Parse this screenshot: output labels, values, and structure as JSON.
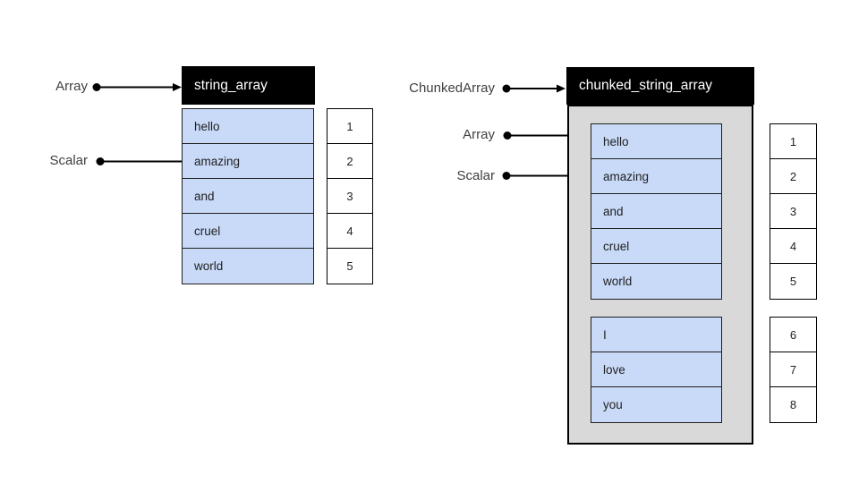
{
  "left_diagram": {
    "array_label": "Array",
    "scalar_label": "Scalar",
    "header": "string_array",
    "cells": [
      "hello",
      "amazing",
      "and",
      "cruel",
      "world"
    ],
    "indices": [
      "1",
      "2",
      "3",
      "4",
      "5"
    ]
  },
  "right_diagram": {
    "chunkedarray_label": "ChunkedArray",
    "array_label": "Array",
    "scalar_label": "Scalar",
    "header": "chunked_string_array",
    "chunk1_cells": [
      "hello",
      "amazing",
      "and",
      "cruel",
      "world"
    ],
    "chunk2_cells": [
      "I",
      "love",
      "you"
    ],
    "chunk1_indices": [
      "1",
      "2",
      "3",
      "4",
      "5"
    ],
    "chunk2_indices": [
      "6",
      "7",
      "8"
    ]
  },
  "colors": {
    "cell_fill": "#c9daf8",
    "chunk_container_fill": "#d9d9d9",
    "header_fill": "#000000",
    "header_text": "#ffffff",
    "label_text": "#3f3f3f",
    "cell_border": "#1f1f1f",
    "arrow": "#000000"
  }
}
